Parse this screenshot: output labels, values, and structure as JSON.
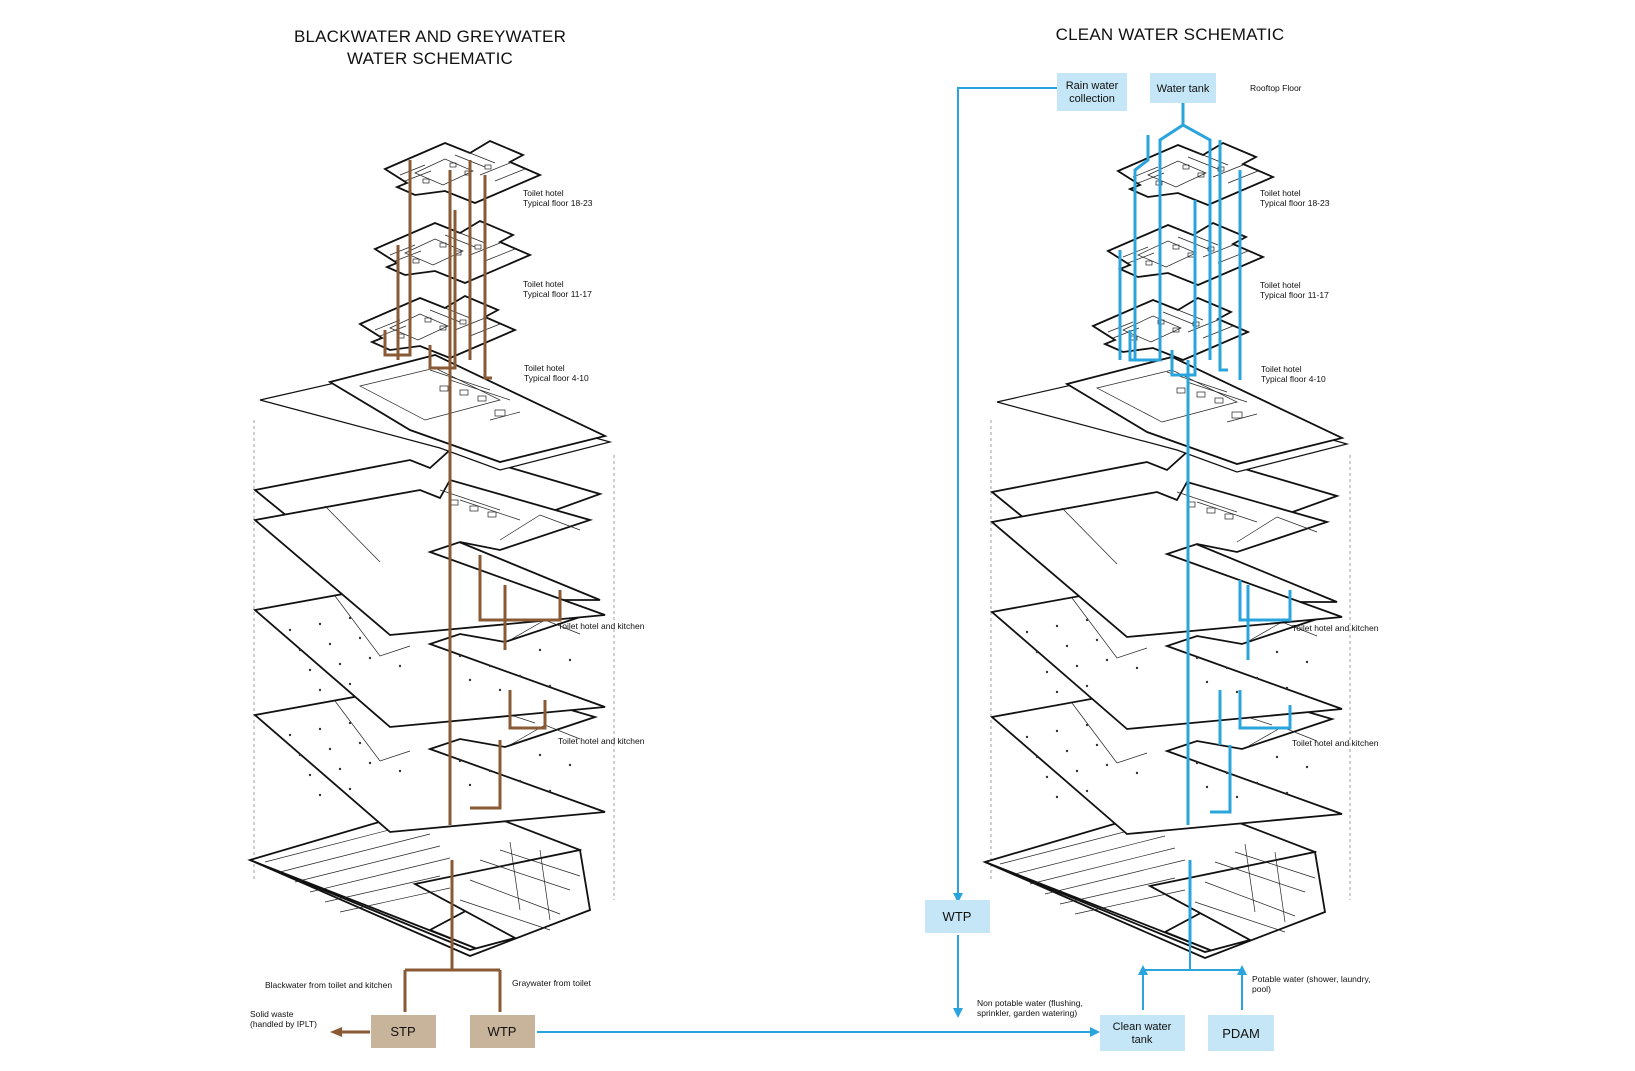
{
  "left": {
    "title_line1": "BLACKWATER AND GREYWATER",
    "title_line2": "WATER SCHEMATIC",
    "labels": {
      "floor_18_23_l1": "Toilet hotel",
      "floor_18_23_l2": "Typical floor 18-23",
      "floor_11_17_l1": "Toilet hotel",
      "floor_11_17_l2": "Typical floor 11-17",
      "floor_4_10_l1": "Toilet hotel",
      "floor_4_10_l2": "Typical floor 4-10",
      "kitchen_1": "Toilet hotel and kitchen",
      "kitchen_2": "Toilet hotel and kitchen",
      "blackwater": "Blackwater from toilet and kitchen",
      "greywater": "Graywater from toilet",
      "solid_l1": "Solid waste",
      "solid_l2": "(handled by IPLT)"
    },
    "boxes": {
      "stp": "STP",
      "wtp": "WTP"
    }
  },
  "right": {
    "title": "CLEAN WATER SCHEMATIC",
    "labels": {
      "rooftop": "Rooftop Floor",
      "floor_18_23_l1": "Toilet hotel",
      "floor_18_23_l2": "Typical floor 18-23",
      "floor_11_17_l1": "Toilet hotel",
      "floor_11_17_l2": "Typical floor 11-17",
      "floor_4_10_l1": "Toilet hotel",
      "floor_4_10_l2": "Typical floor 4-10",
      "kitchen_1": "Toilet hotel and kitchen",
      "kitchen_2": "Toilet hotel and kitchen",
      "non_potable_l1": "Non potable water (flushing,",
      "non_potable_l2": "sprinkler, garden watering)",
      "potable_l1": "Potable water  (shower, laundry,",
      "potable_l2": "pool)"
    },
    "boxes": {
      "rain_l1": "Rain water",
      "rain_l2": "collection",
      "water_tank": "Water tank",
      "wtp": "WTP",
      "clean_l1": "Clean water",
      "clean_l2": "tank",
      "pdam": "PDAM"
    }
  },
  "colors": {
    "blackwater_pipe": "#8a5a35",
    "clean_pipe": "#2aa4dc",
    "treatment_box": "#c8b49a",
    "clean_box": "#c4e6f7"
  }
}
